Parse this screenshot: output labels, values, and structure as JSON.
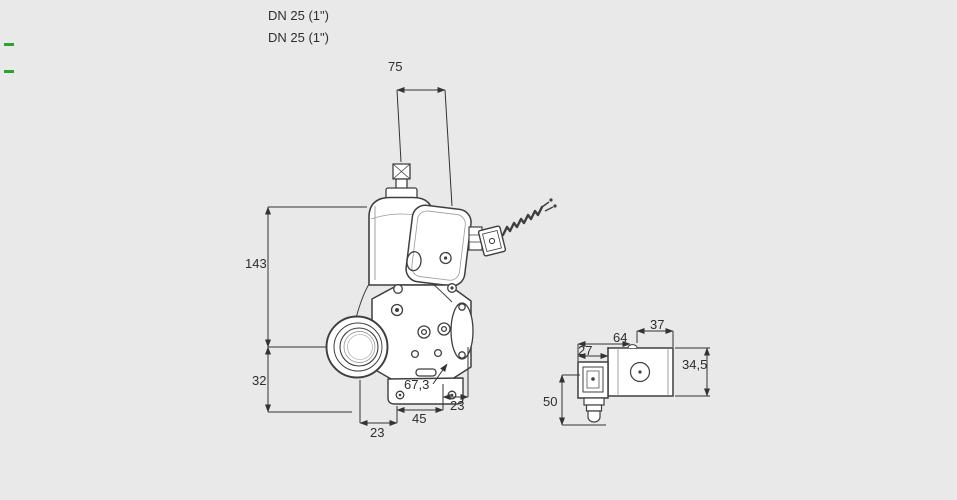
{
  "page": {
    "background_color": "#e9e9e9",
    "line_color": "#3f3f3f",
    "dimension_line_color": "#333333",
    "fill_color": "#ffffff",
    "marker_color": "#2fa12f"
  },
  "labels": {
    "dn_line1": "DN 25 (1\")",
    "dn_line2": "DN 25 (1\")"
  },
  "dimensions": {
    "top_width": "75",
    "left_upper_height": "143",
    "left_lower_height": "32",
    "bottom_left": "23",
    "bottom_middle": "45",
    "bottom_right": "23",
    "diagonal_slot": "67,3",
    "side_connector_width": "27",
    "side_body_width": "64",
    "side_top_width": "37",
    "side_body_height": "34,5",
    "side_total_height": "50"
  }
}
